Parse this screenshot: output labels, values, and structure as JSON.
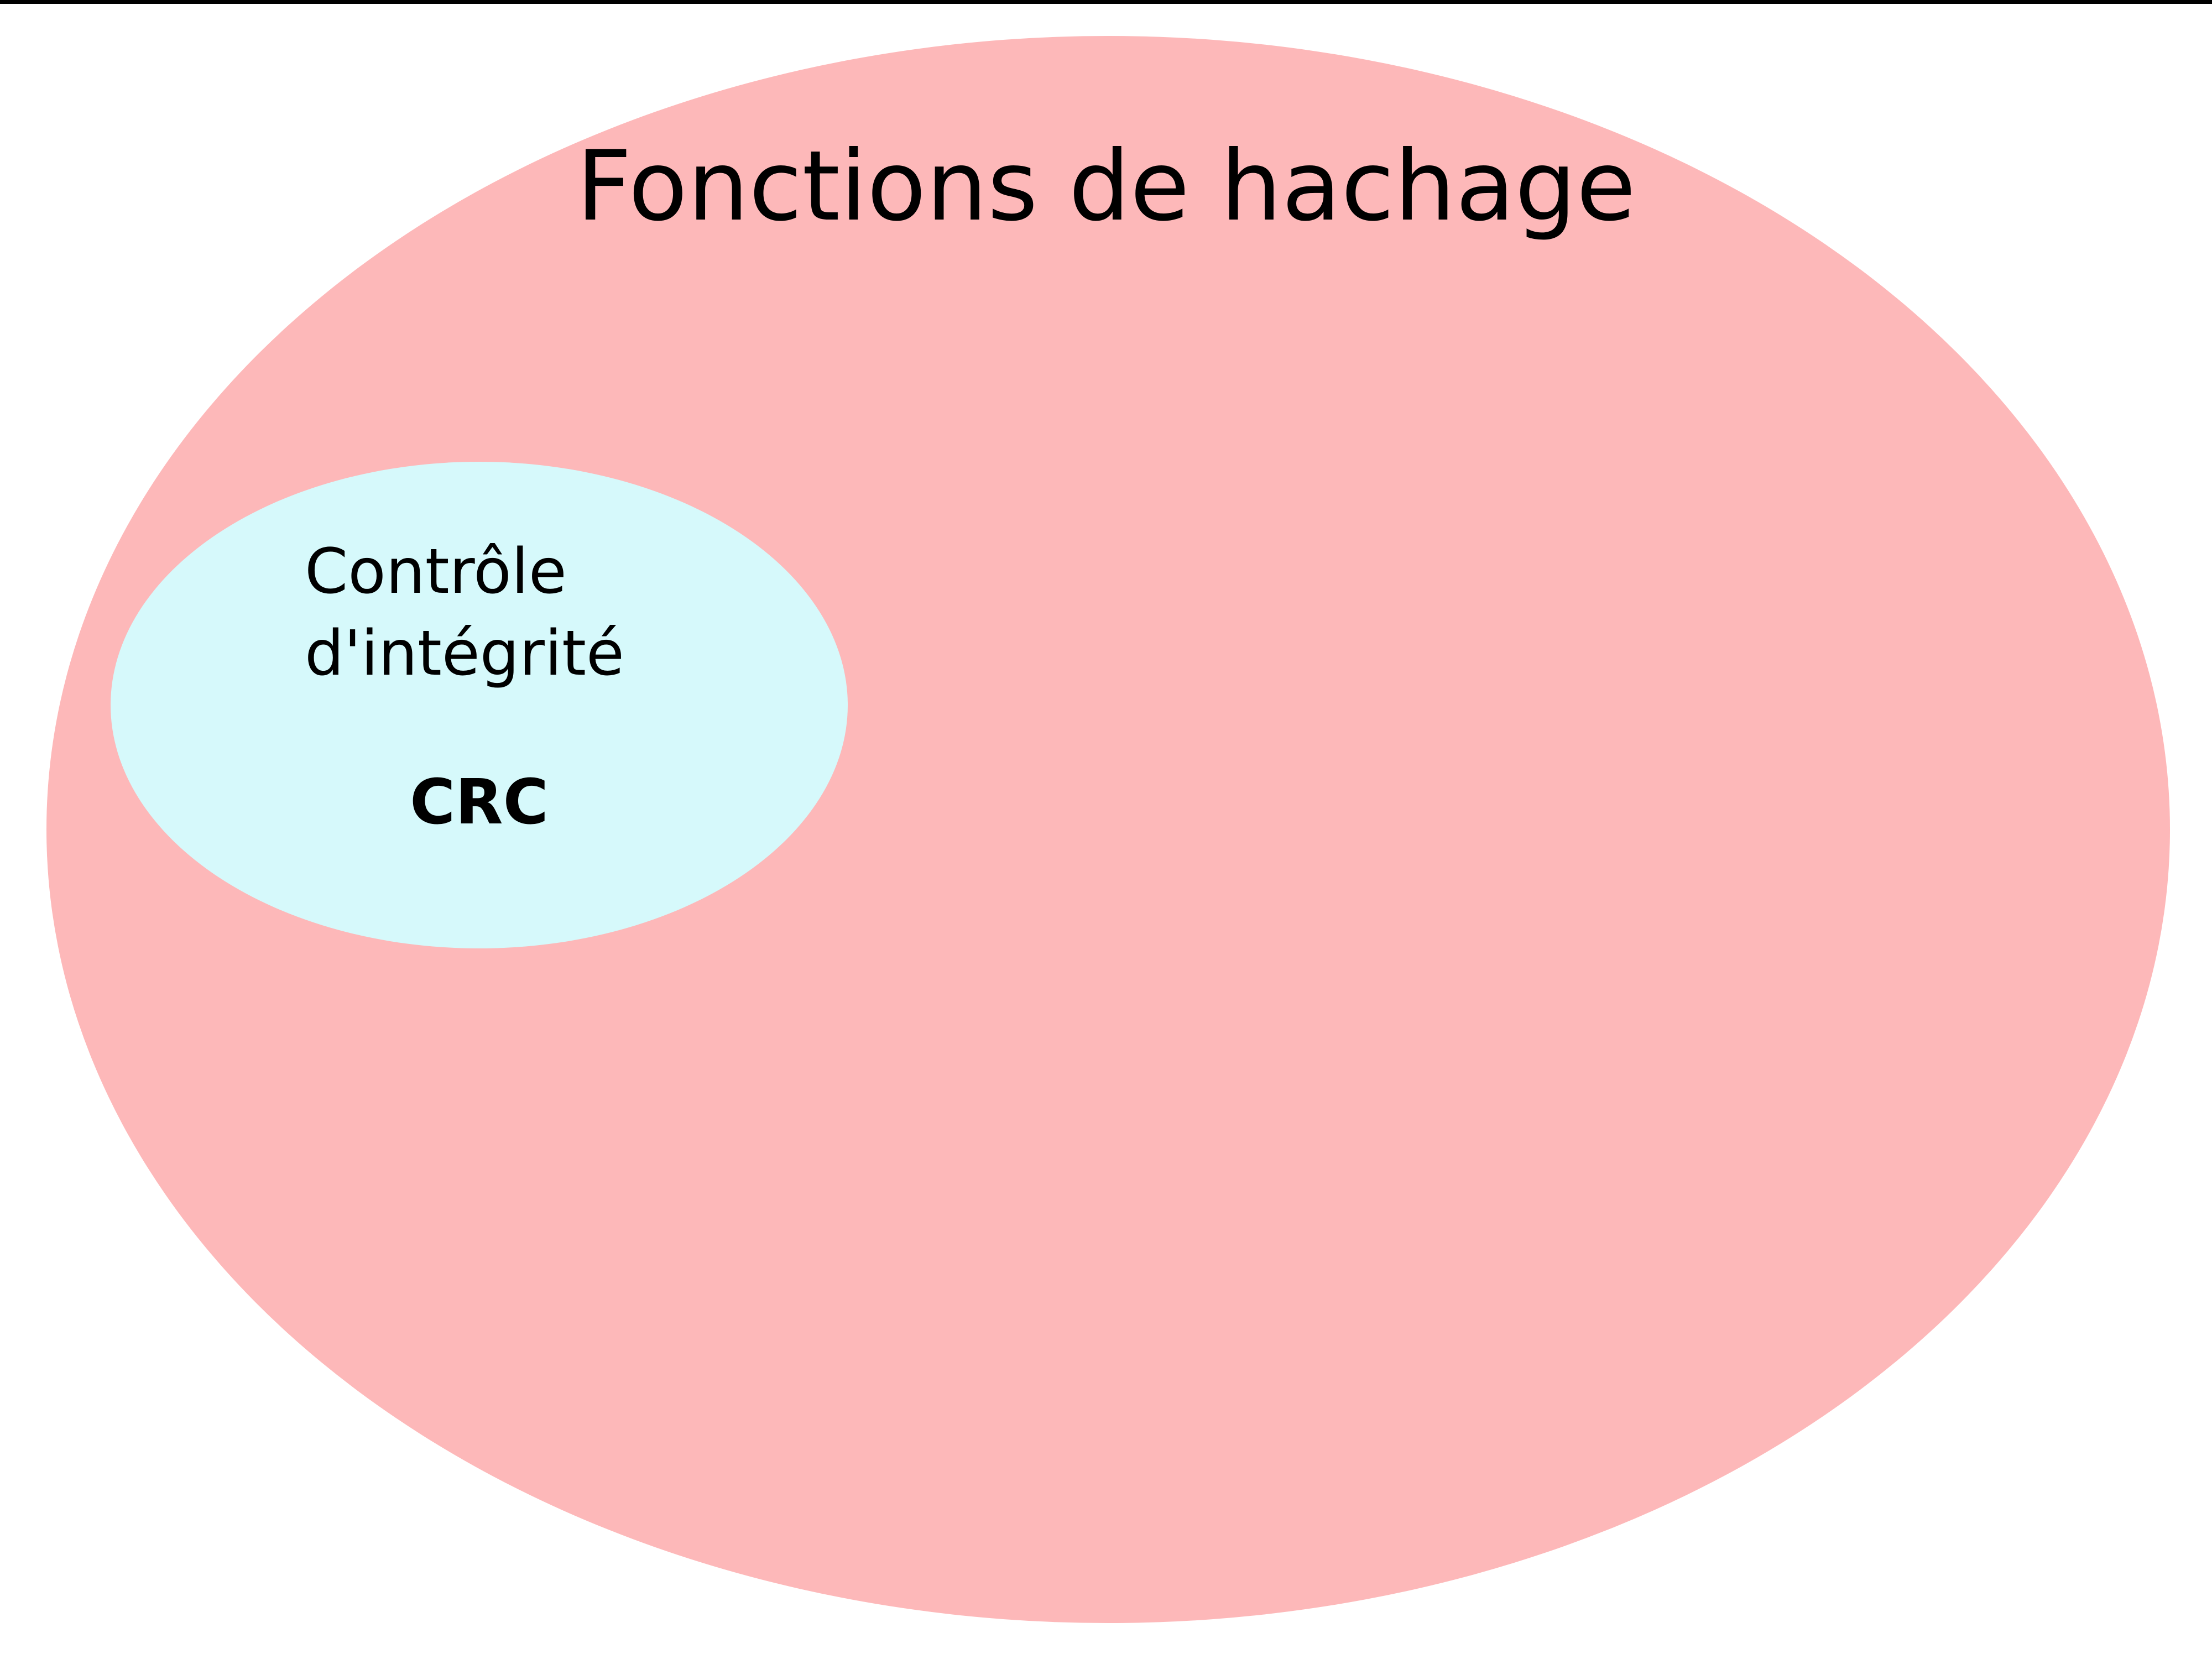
{
  "diagram": {
    "outer_set": {
      "label": "Fonctions de hachage",
      "color": "#fdb8b9"
    },
    "inner_set": {
      "description_lines": [
        "Contrôle",
        "d'intégrité"
      ],
      "acronym": "CRC",
      "color": "#d6f9fb"
    }
  }
}
